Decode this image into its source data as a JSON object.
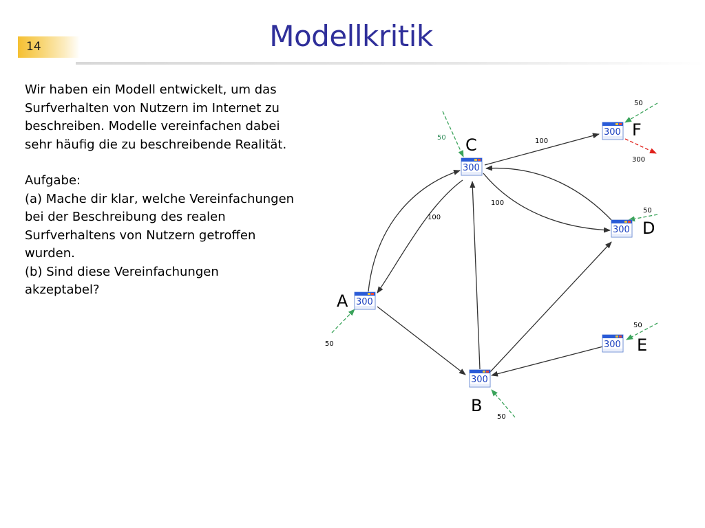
{
  "slide": {
    "number": "14",
    "title": "Modellkritik"
  },
  "text": {
    "intro": "Wir haben ein Modell entwickelt, um das Surfverhalten von Nutzern im Internet zu beschreiben. Modelle vereinfachen dabei sehr häufig die zu beschreibende Realität.",
    "task_heading": "Aufgabe:",
    "task_a": "(a) Mache dir klar, welche Vereinfachungen bei der Beschreibung des realen Surfverhaltens von Nutzern getroffen wurden.",
    "task_b": "(b) Sind diese Vereinfachungen akzeptabel?"
  },
  "graph": {
    "nodes": [
      {
        "id": "A",
        "label": "A",
        "value": "300"
      },
      {
        "id": "B",
        "label": "B",
        "value": "300"
      },
      {
        "id": "C",
        "label": "C",
        "value": "300"
      },
      {
        "id": "D",
        "label": "D",
        "value": "300"
      },
      {
        "id": "E",
        "label": "E",
        "value": "300"
      },
      {
        "id": "F",
        "label": "F",
        "value": "300"
      }
    ],
    "edge_labels": {
      "ac": "100",
      "cf": "100",
      "cd": "100",
      "in_a": "50",
      "in_b": "50",
      "in_c": "50",
      "in_d": "50",
      "in_e": "50",
      "in_f": "50",
      "out_f": "300"
    },
    "colors": {
      "edge": "#333333",
      "inflow": "#3aa35a",
      "outflow": "#e0201a",
      "window_title": "#2a5bd7",
      "window_border": "#6f8fd6"
    }
  }
}
